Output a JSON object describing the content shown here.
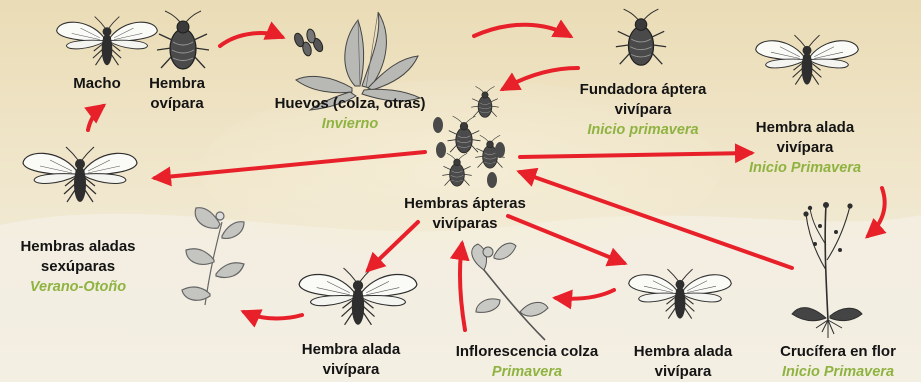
{
  "colors": {
    "background_top": "#eadcb6",
    "background_bottom": "#f3eee3",
    "arrow": "#e8202a",
    "stage_label": "#8fb341",
    "text": "#141414",
    "insect": "#2e2e2e"
  },
  "labels": {
    "macho": "Macho",
    "hembra_ovipara": [
      "Hembra",
      "ovípara"
    ],
    "huevos": "Huevos (colza, otras)",
    "huevos_stage": "Invierno",
    "fundadora": [
      "Fundadora áptera",
      "vivípara"
    ],
    "fundadora_stage": "Inicio primavera",
    "alada_top": [
      "Hembra alada",
      "vivípara"
    ],
    "alada_top_stage": "Inicio Primavera",
    "apteras_center": [
      "Hembras ápteras",
      "vivíparas"
    ],
    "sexuparas": [
      "Hembras aladas",
      "sexúparas"
    ],
    "sexuparas_stage": "Verano-Otoño",
    "alada_bottom_left": [
      "Hembra alada",
      "vivípara"
    ],
    "inflorescencia": "Inflorescencia colza",
    "inflorescencia_stage": "Primavera",
    "alada_bottom_right": [
      "Hembra alada",
      "vivípara"
    ],
    "crucifera": "Crucífera en flor",
    "crucifera_stage": "Inicio Primavera"
  },
  "icons": [
    "winged-aphid-icon",
    "wingless-aphid-icon",
    "aphid-eggs-icon",
    "rosette-plant-icon",
    "aphid-colony-icon",
    "flowering-crucifer-icon",
    "rapeseed-inflorescence-icon",
    "dry-plant-icon"
  ]
}
